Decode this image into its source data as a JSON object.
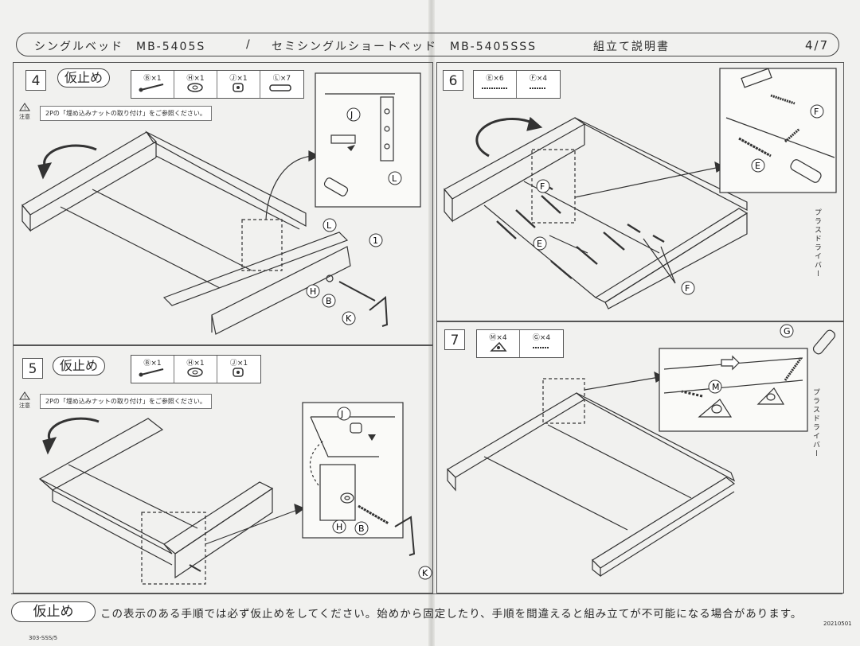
{
  "header": {
    "product_a": "シングルベッド　MB-5405S",
    "separator": "/",
    "product_b": "セミシングルショートベッド　MB-5405SSS",
    "doc_title": "組立て説明書",
    "page": "4/7"
  },
  "steps": {
    "s4": {
      "number": "4",
      "badge": "仮止め",
      "parts": [
        "Ⓑ×1",
        "Ⓗ×1",
        "Ⓙ×1",
        "Ⓛ×7"
      ],
      "caution_label": "注意",
      "note": "2Pの「埋め込みナットの取り付け」をご参照ください。",
      "callouts": {
        "J": "J",
        "L1": "L",
        "L2": "L",
        "one": "1",
        "H": "H",
        "B": "B",
        "K": "K"
      }
    },
    "s5": {
      "number": "5",
      "badge": "仮止め",
      "parts": [
        "Ⓑ×1",
        "Ⓗ×1",
        "Ⓙ×1"
      ],
      "caution_label": "注意",
      "note": "2Pの「埋め込みナットの取り付け」をご参照ください。",
      "callouts": {
        "J": "J",
        "H": "H",
        "B": "B",
        "K": "K"
      }
    },
    "s6": {
      "number": "6",
      "parts": [
        "Ⓔ×6",
        "Ⓕ×4"
      ],
      "callouts": {
        "F1": "F",
        "E1": "E",
        "F2": "F",
        "E2": "E",
        "F3": "F"
      },
      "driver_label": "プラスドライバー"
    },
    "s7": {
      "number": "7",
      "parts": [
        "Ⓜ×4",
        "Ⓖ×4"
      ],
      "callouts": {
        "G": "G",
        "M": "M"
      },
      "driver_label": "プラスドライバー"
    }
  },
  "footer": {
    "badge": "仮止め",
    "text": "この表示のある手順では必ず仮止めをしてください。始めから固定したり、手順を間違えると組み立てが不可能になる場合があります。",
    "date_code": "20210501",
    "doc_code": "303-SSS/5"
  }
}
